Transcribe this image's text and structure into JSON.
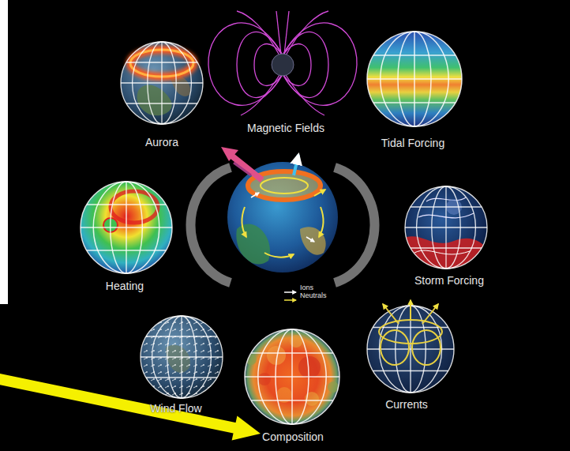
{
  "diagram": {
    "nodes": [
      {
        "text": [
          "Aurora"
        ]
      },
      {
        "text": [
          "Magnetic Fields"
        ]
      },
      {
        "text": [
          "Tidal Forcing"
        ]
      },
      {
        "text": [
          "Heating"
        ]
      },
      {
        "text": [
          "Storm Forcing"
        ]
      },
      {
        "text": [
          "Wind Flow"
        ]
      },
      {
        "text": [
          "Composition"
        ]
      },
      {
        "text": [
          "Currents"
        ]
      }
    ],
    "labels": [
      "Ions",
      "Neutrals"
    ]
  }
}
